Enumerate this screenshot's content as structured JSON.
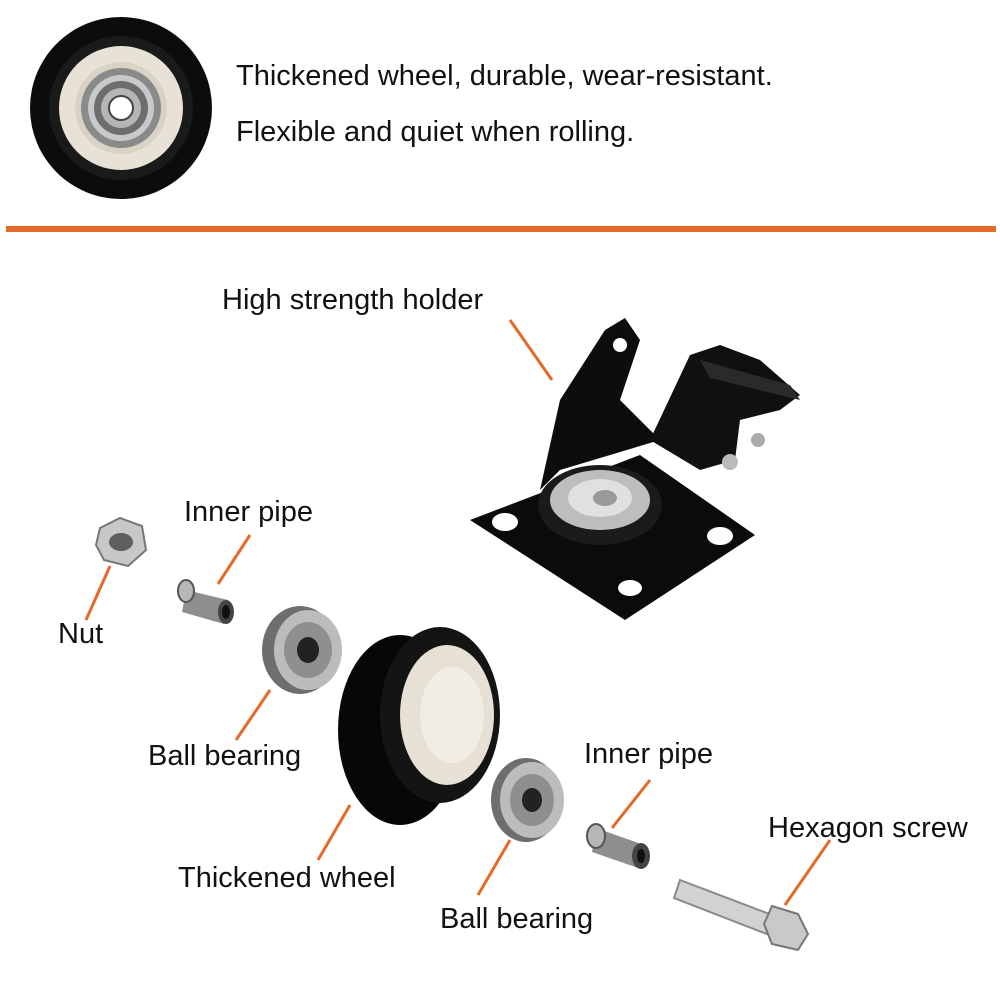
{
  "features": {
    "line1": "Thickened wheel, durable, wear-resistant.",
    "line2": "Flexible and quiet when rolling."
  },
  "labels": {
    "holder": "High strength holder",
    "inner_pipe_top": "Inner pipe",
    "nut": "Nut",
    "ball_bearing_left": "Ball bearing",
    "thickened_wheel": "Thickened wheel",
    "inner_pipe_right": "Inner pipe",
    "hexagon_screw": "Hexagon screw",
    "ball_bearing_bottom": "Ball bearing"
  },
  "colors": {
    "accent": "#e46a2a",
    "metal_black": "#111111",
    "steel": "#a9a9a9",
    "wheel_core": "#e6e0d6"
  }
}
